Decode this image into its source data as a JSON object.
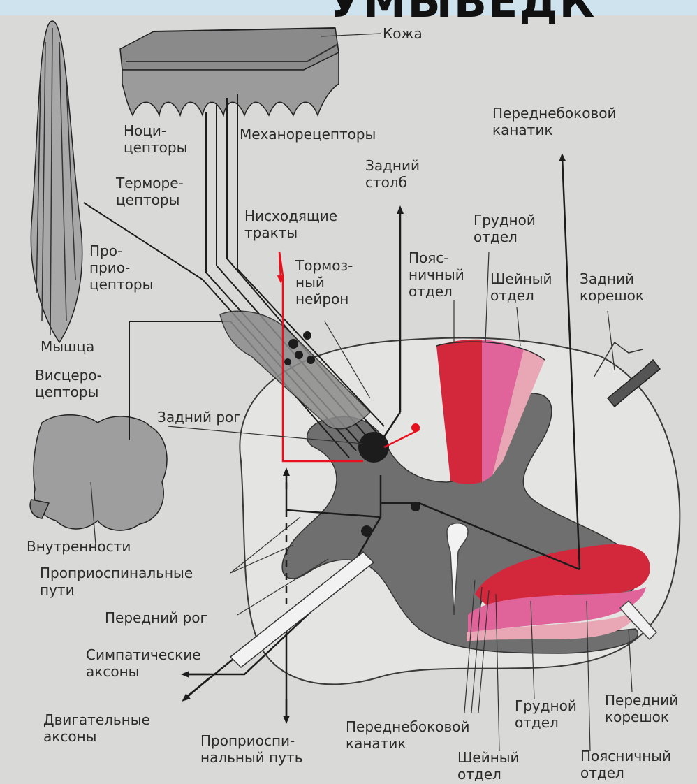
{
  "heading": "УМЫВЕДК",
  "labels": {
    "skin": "Кожа",
    "nociceptors": "Ноци-\nцепторы",
    "mechanoreceptors": "Механорецепторы",
    "thermoreceptors": "Терморе-\nцепторы",
    "posterior_column": "Задний\nстолб",
    "anterolateral_top": "Переднебоковой\nканатик",
    "descending_tracts": "Нисходящие\nтракты",
    "thoracic_top": "Грудной\nотдел",
    "proprioceptors": "Про-\nприо-\nцепторы",
    "inhibitory_neuron": "Тормоз-\nный\nнейрон",
    "lumbar_top": "Пояс-\nничный\nотдел",
    "cervical_top": "Шейный\nотдел",
    "posterior_root": "Задний\nкорешок",
    "muscle": "Мышца",
    "visceroceptors": "Висцеро-\nцепторы",
    "posterior_horn": "Задний рог",
    "viscera": "Внутренности",
    "propriospinal_paths": "Проприоспинальные\nпути",
    "anterior_horn": "Передний рог",
    "sympathetic_axons": "Симпатические\nаксоны",
    "motor_axons": "Двигательные\nаксоны",
    "propriospinal_path": "Проприоспи-\nнальный путь",
    "anterolateral_bottom": "Переднебоковой\nканатик",
    "thoracic_bottom": "Грудной\nотдел",
    "anterior_root": "Передний\nкорешок",
    "cervical_bottom": "Шейный\nотдел",
    "lumbar_bottom": "Поясничный\nотдел"
  },
  "colors": {
    "background": "#d9d9d8",
    "gray_matter": "#6f6f6f",
    "white_matter": "#e4e4e2",
    "tract_red": "#d3283c",
    "tract_pink": "#e0649a",
    "tract_light": "#e9a6b4",
    "descending_red": "#e8101c",
    "line": "#1c1c1c"
  }
}
